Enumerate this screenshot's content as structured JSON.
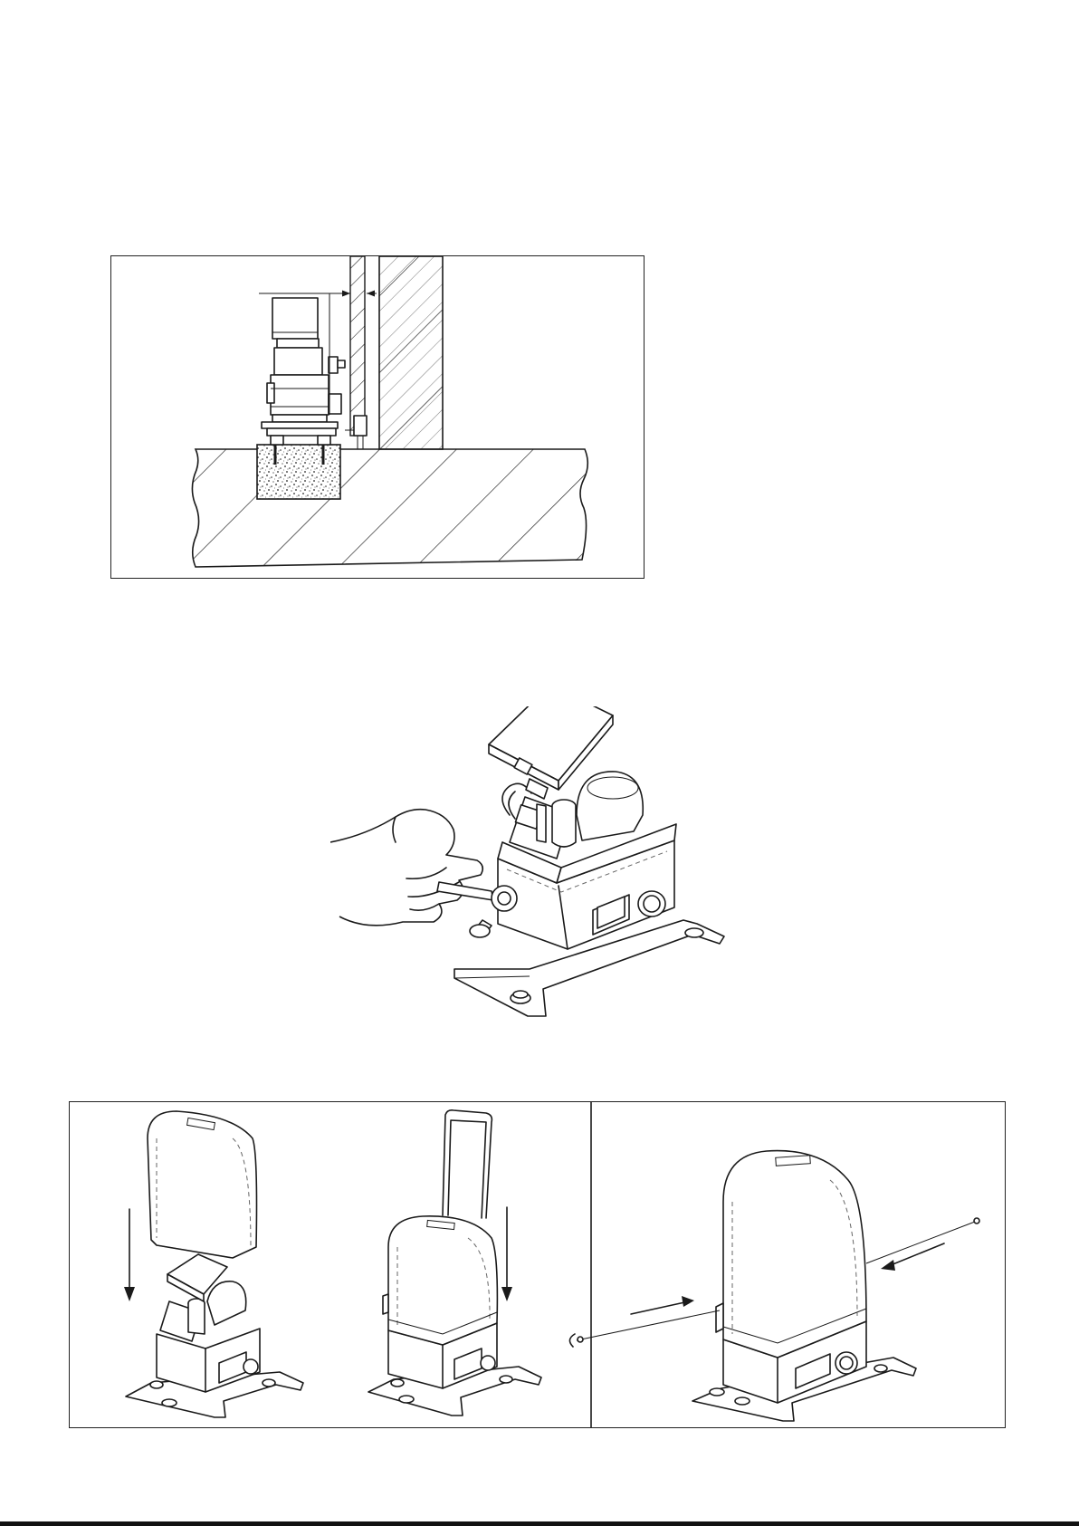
{
  "figures": [
    {
      "name": "foundation-section-drawing",
      "framed": true
    },
    {
      "name": "bolt-tightening-illustration",
      "framed": false
    },
    {
      "name": "cover-fitting-panel",
      "framed": true
    }
  ]
}
